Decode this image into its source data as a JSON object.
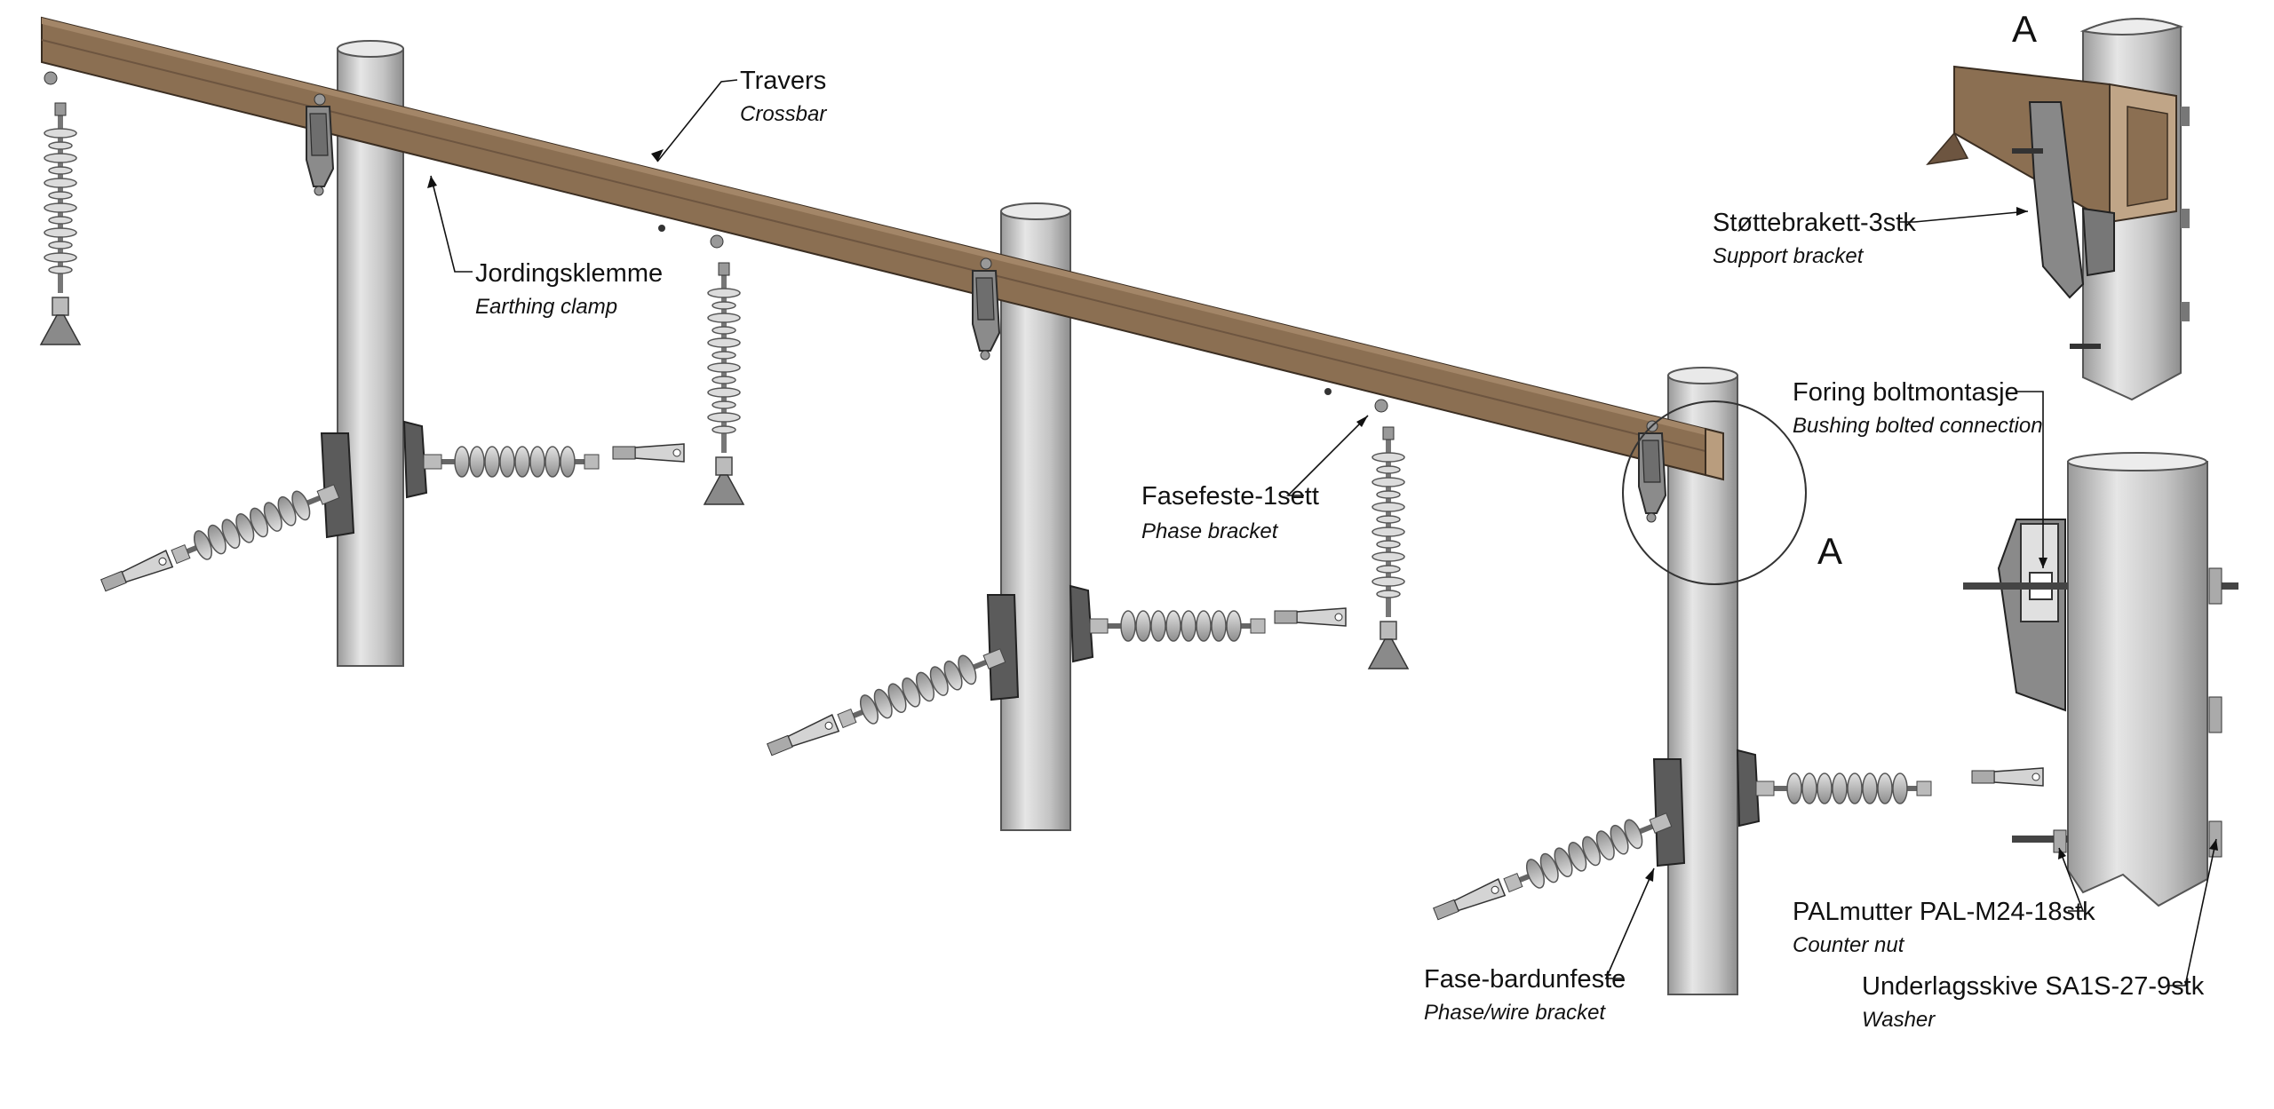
{
  "labels": {
    "travers": {
      "main": "Travers",
      "sub": "Crossbar"
    },
    "jordingsklemme": {
      "main": "Jordingsklemme",
      "sub": "Earthing clamp"
    },
    "fasefeste": {
      "main": "Fasefeste-1sett",
      "sub": "Phase bracket"
    },
    "fase_bardunfeste": {
      "main": "Fase-bardunfeste",
      "sub": "Phase/wire bracket"
    },
    "stottebrakett": {
      "main": "Støttebrakett-3stk",
      "sub": "Support bracket"
    },
    "foring": {
      "main": "Foring boltmontasje",
      "sub": "Bushing bolted connection"
    },
    "palmutter": {
      "main": "PALmutter PAL-M24-18stk",
      "sub": "Counter nut"
    },
    "underlagsskive": {
      "main": "Underlagsskive SA1S-27-9stk",
      "sub": "Washer"
    }
  },
  "detail_view": {
    "marker_main": "A",
    "marker_detail": "A"
  },
  "colors": {
    "crossbar": "#8b6f52",
    "crossbar_dark": "#6d5540",
    "pole": "#c8c8c8",
    "insulator": "#bdbdbd",
    "bracket": "#7a7a7a",
    "line": "#222222"
  }
}
